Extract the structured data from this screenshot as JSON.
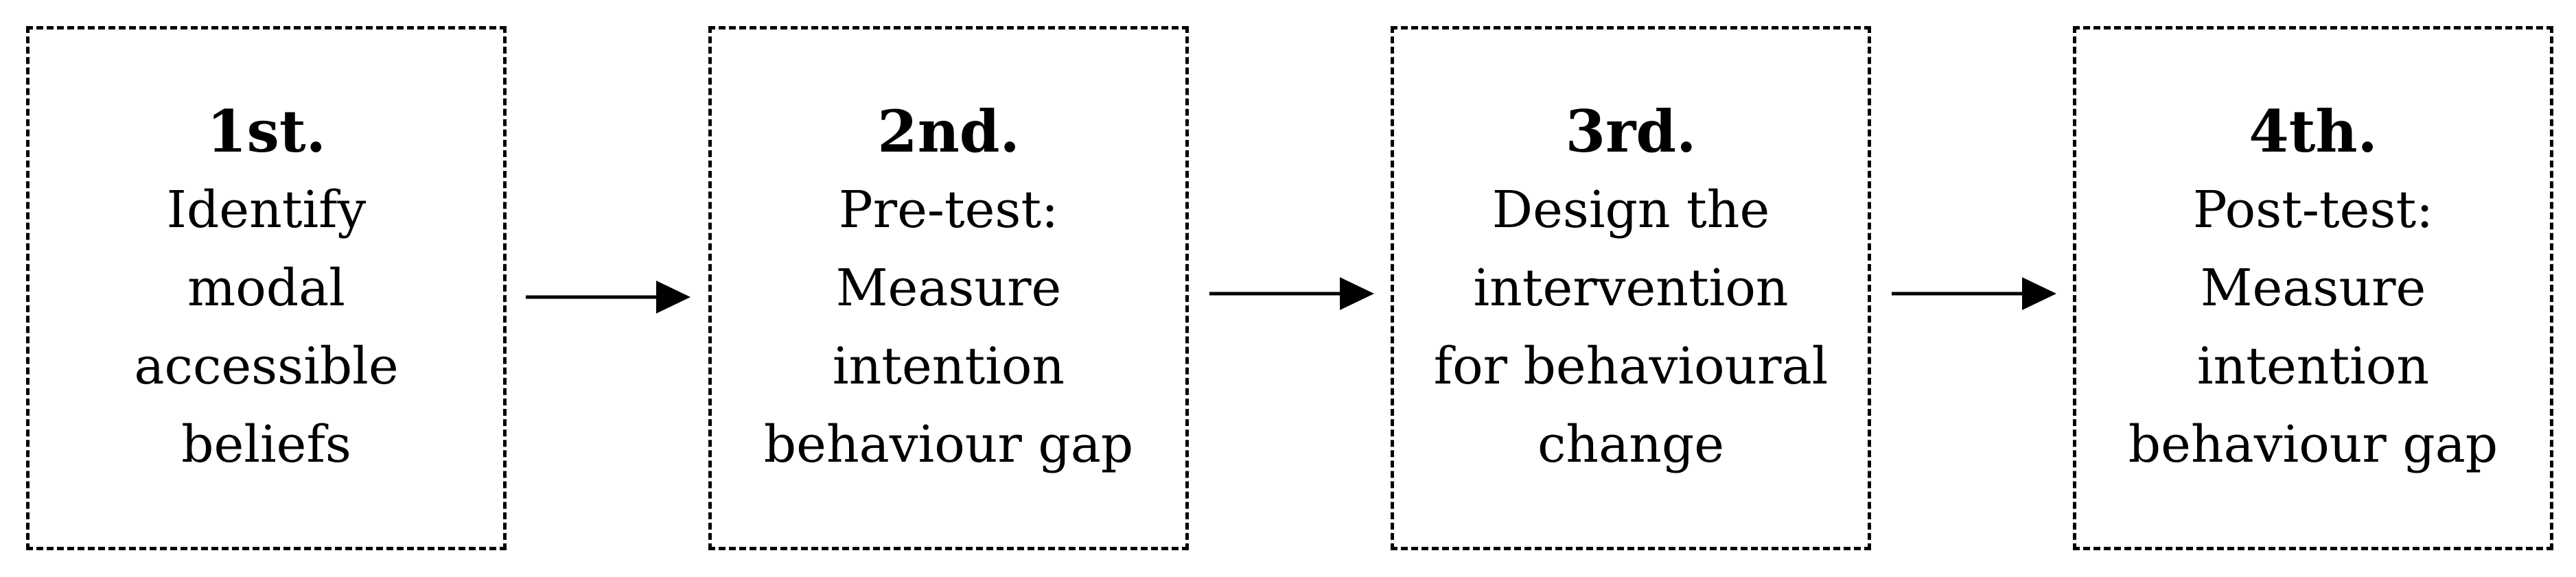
{
  "steps": [
    {
      "number": "1st.",
      "lines": [
        "Identify",
        "modal",
        "accessible",
        "beliefs"
      ]
    },
    {
      "number": "2nd.",
      "lines": [
        "Pre-test:",
        "Measure",
        "intention",
        "behaviour gap"
      ]
    },
    {
      "number": "3rd.",
      "lines": [
        "Design the",
        "intervention",
        "for behavioural",
        "change"
      ]
    },
    {
      "number": "4th.",
      "lines": [
        "Post-test:",
        "Measure",
        "intention",
        "behaviour gap"
      ]
    }
  ],
  "connectors": [
    "arrow-right-icon",
    "arrow-right-icon",
    "arrow-right-icon"
  ]
}
